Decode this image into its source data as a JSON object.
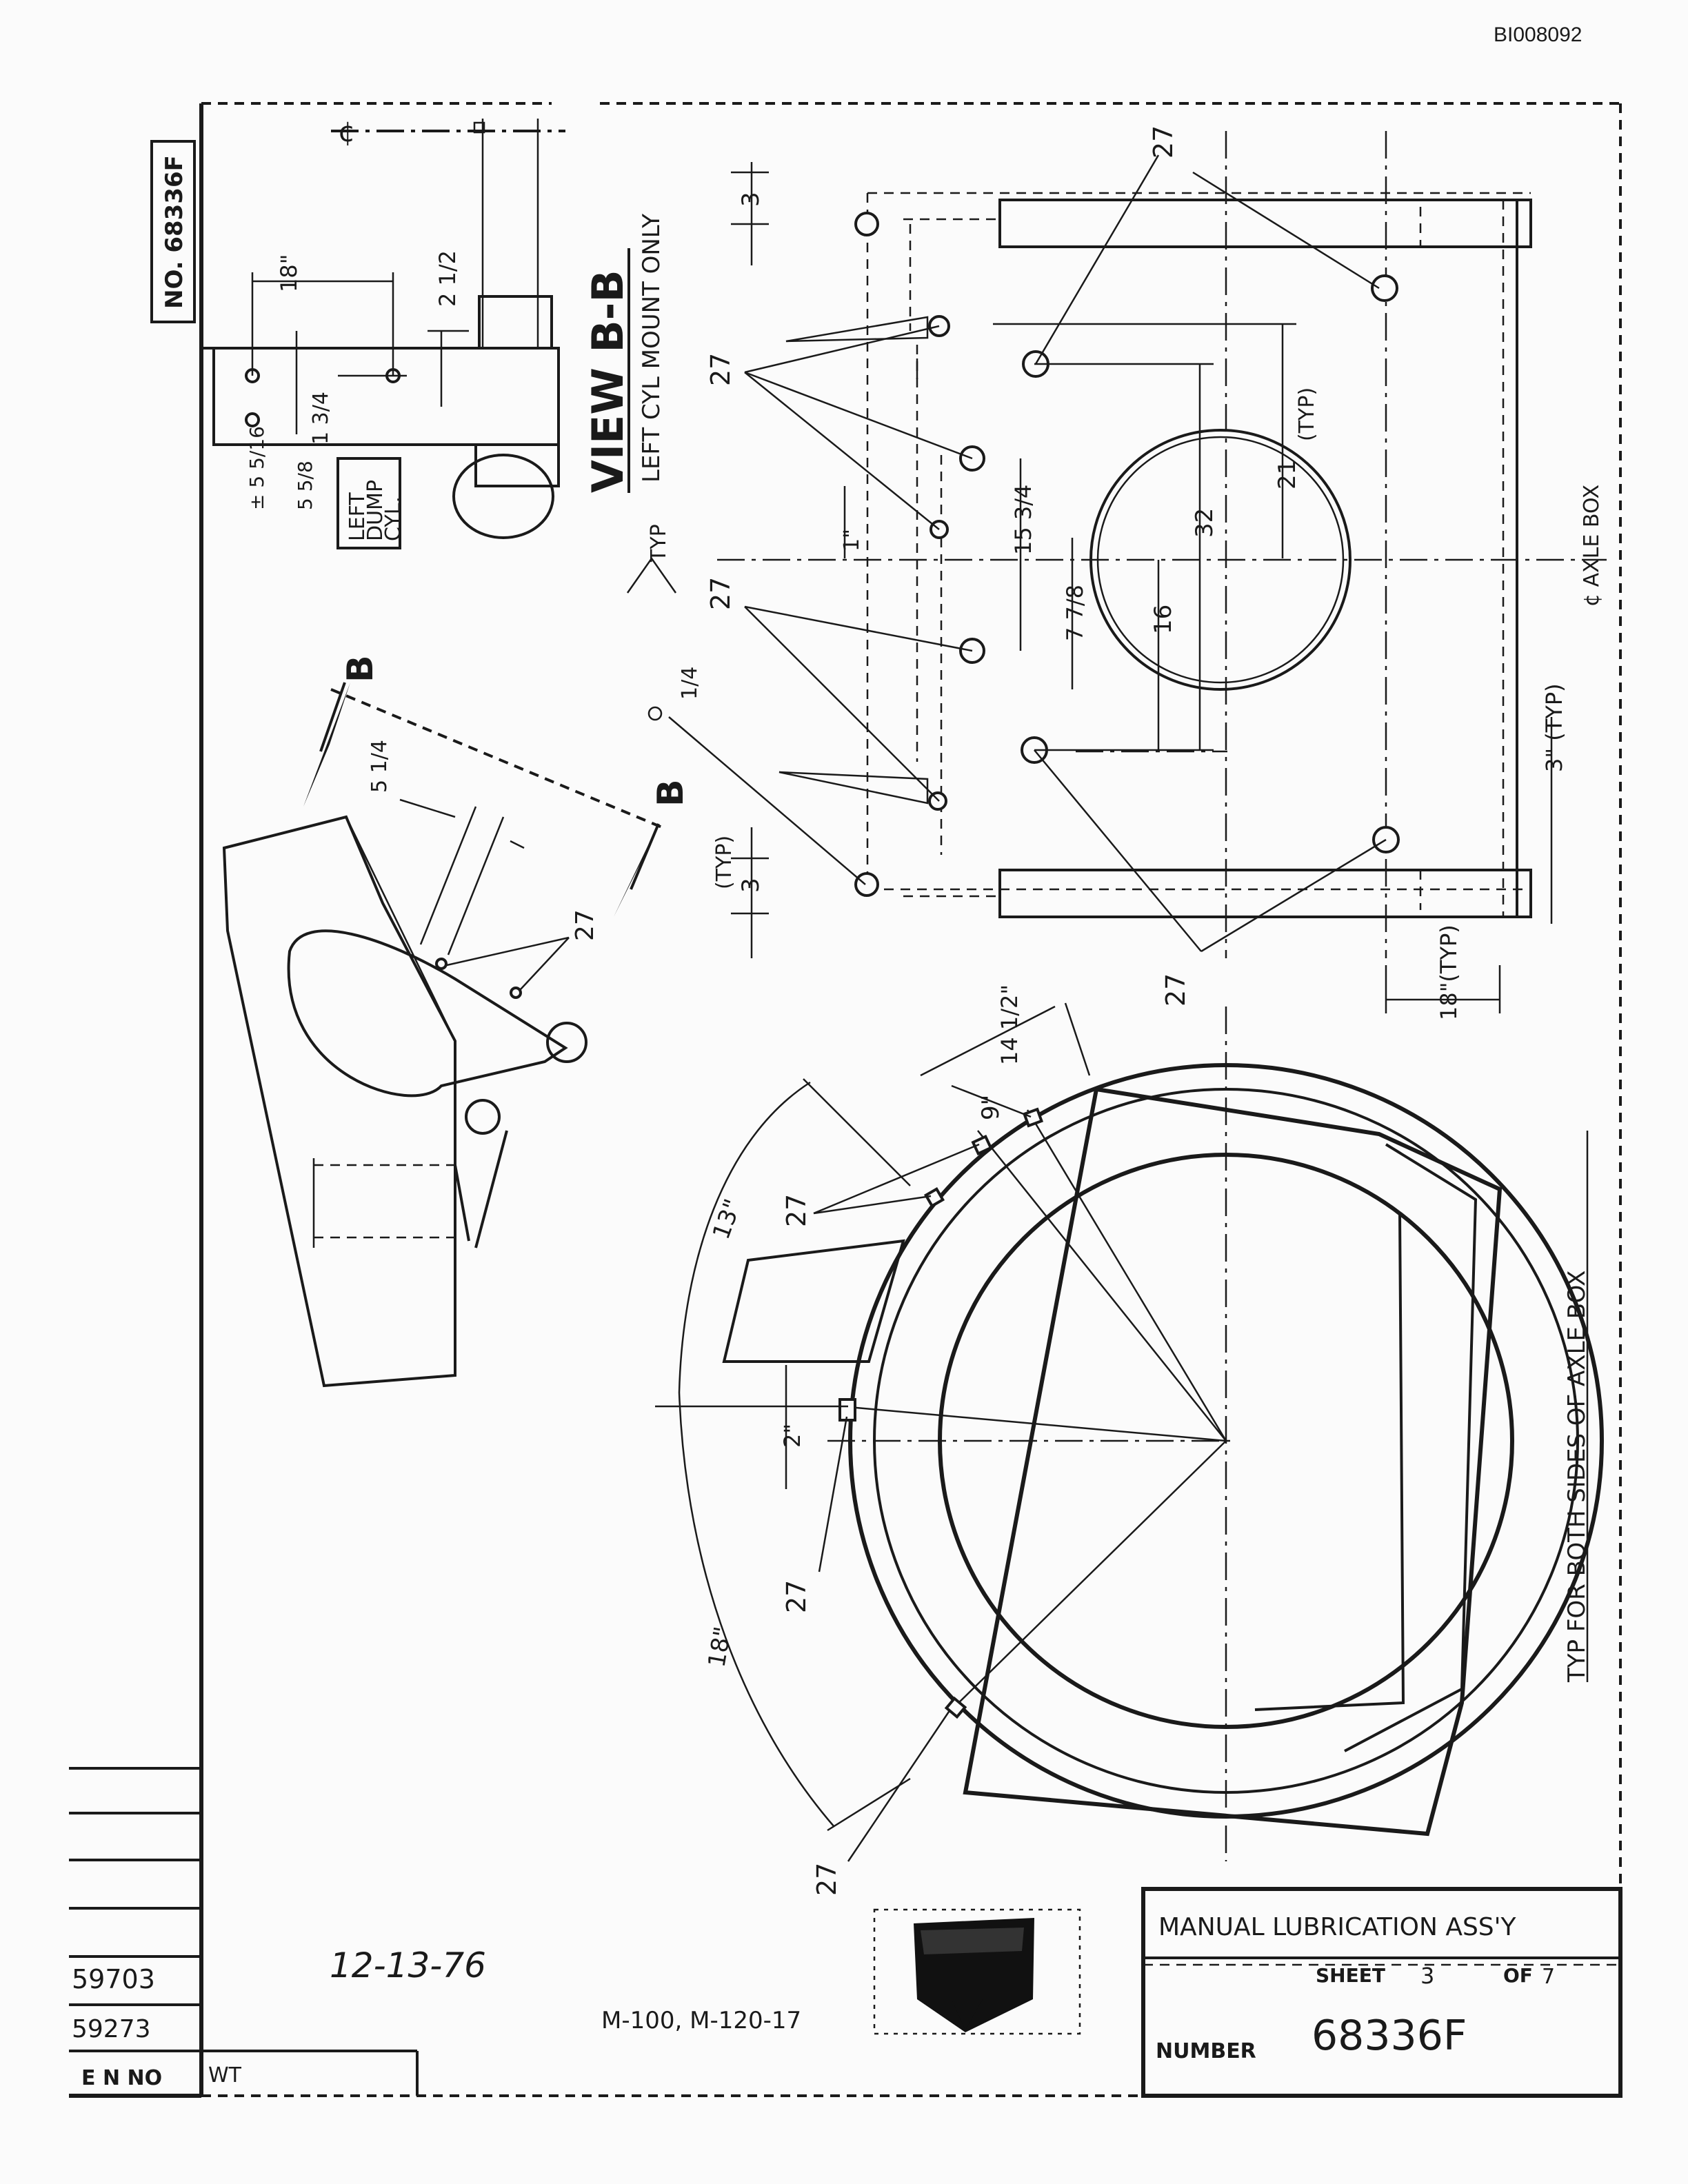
{
  "document_id": "BI008092",
  "side_drawing_number": "NO. 68336F",
  "view": {
    "title": "VIEW B-B",
    "subtitle": "LEFT CYL MOUNT ONLY",
    "section_letter": "B",
    "cylinder_label": [
      "LEFT",
      "DUMP",
      "CYL."
    ]
  },
  "notes": {
    "axle_box": "¢ AXLE BOX",
    "typ_both_sides": "TYP FOR BOTH SIDES OF AXLE BOX",
    "typ": "TYP",
    "typ_paren": "(TYP)"
  },
  "callout": "27",
  "dimensions": {
    "d18": "18\"",
    "d2_1_2": "2 1/2",
    "d1_3_4": "1 3/4",
    "d5_5_16": "± 5 5/16",
    "d5_5_8": "5 5/8",
    "d3": "3",
    "d3_typ": "3",
    "d21": "21",
    "d32": "32",
    "d16": "16",
    "d15_3_4": "15 3/4",
    "d7_7_8": "7 7/8",
    "d1": "1\"",
    "d1_4": "1/4",
    "d3_in_typ": "3\" (TYP)",
    "d18_typ": "18\"(TYP)",
    "d5_1_4": "5 1/4",
    "d14_1_2": "14 1/2\"",
    "d9": "9\"",
    "d13": "13\"",
    "d2": "2\"",
    "d18_arc": "18\""
  },
  "revision_block": {
    "rows": [
      "59703",
      "59273"
    ],
    "header_en": "E N NO",
    "header_wt": "WT"
  },
  "date": "12-13-76",
  "models": "M-100, M-120-17",
  "title_block": {
    "title": "MANUAL LUBRICATION ASS'Y",
    "sheet_label": "SHEET",
    "sheet_no": "3",
    "of_label": "OF",
    "of_total": "7",
    "number_label": "NUMBER",
    "number": "68336F"
  },
  "logo_name": "company-logo"
}
